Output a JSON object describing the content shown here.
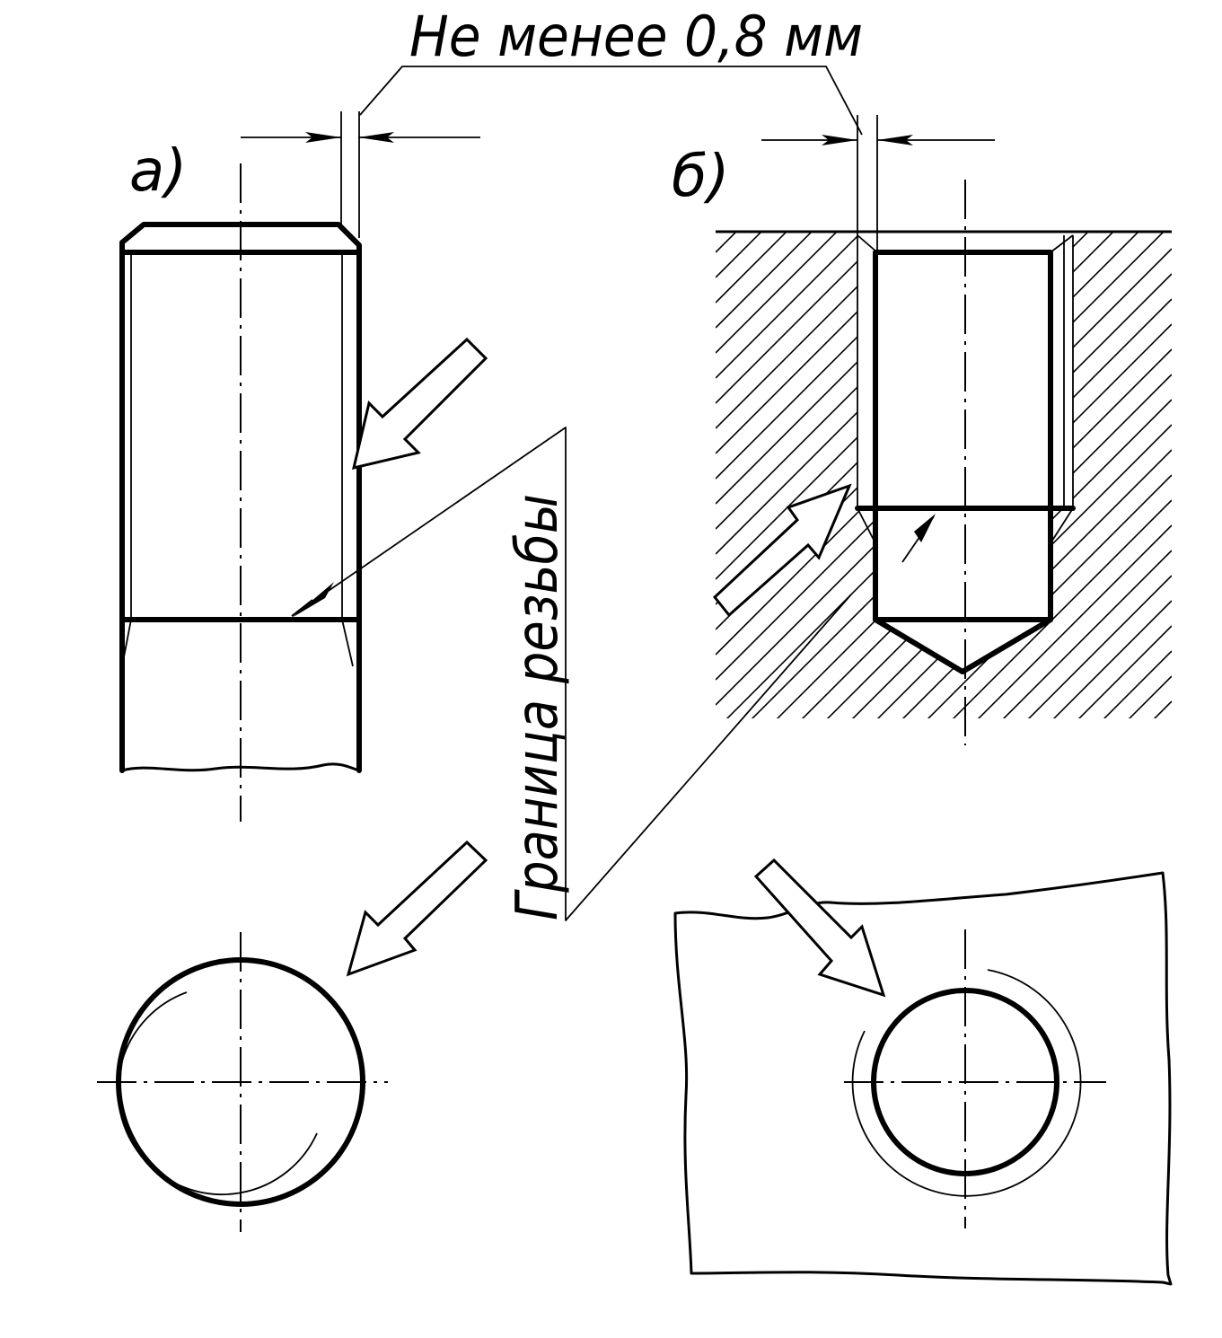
{
  "labels": {
    "min_gap": "Не менее  0,8 мм",
    "view_a": "а)",
    "view_b": "б)",
    "thread_boundary": "Граница резьбы"
  },
  "colors": {
    "ink": "#000000",
    "paper": "#ffffff"
  }
}
